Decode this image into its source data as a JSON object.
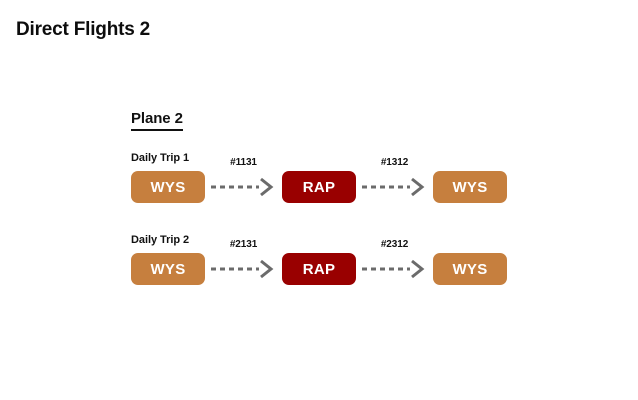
{
  "title": "Direct Flights 2",
  "colors": {
    "background": "#ffffff",
    "text": "#111111",
    "origin_node": "#c67f3e",
    "hub_node": "#990000",
    "node_text": "#ffffff",
    "arrow": "#6b6b6b"
  },
  "section": {
    "heading": "Plane 2",
    "trips": [
      {
        "label": "Daily Trip 1",
        "nodes": [
          {
            "code": "WYS",
            "kind": "origin"
          },
          {
            "code": "RAP",
            "kind": "hub"
          },
          {
            "code": "WYS",
            "kind": "origin"
          }
        ],
        "connectors": [
          {
            "flight_number": "#1131"
          },
          {
            "flight_number": "#1312"
          }
        ]
      },
      {
        "label": "Daily Trip 2",
        "nodes": [
          {
            "code": "WYS",
            "kind": "origin"
          },
          {
            "code": "RAP",
            "kind": "hub"
          },
          {
            "code": "WYS",
            "kind": "origin"
          }
        ],
        "connectors": [
          {
            "flight_number": "#2131"
          },
          {
            "flight_number": "#2312"
          }
        ]
      }
    ]
  }
}
